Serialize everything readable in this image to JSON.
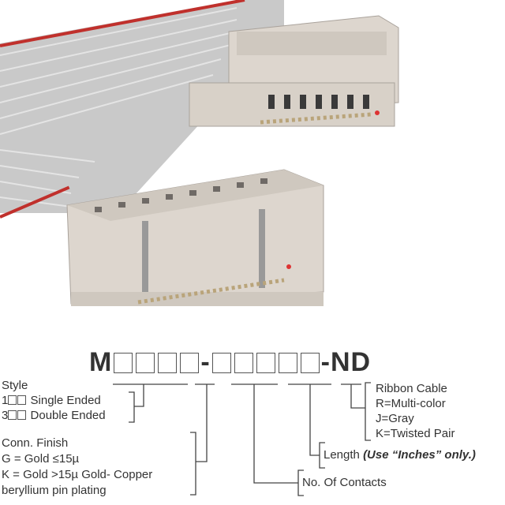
{
  "part_number": {
    "prefix": "M",
    "first_group_boxes": 4,
    "separator": "-",
    "second_group_boxes": 5,
    "suffix": "-ND"
  },
  "style": {
    "title": "Style",
    "options": [
      {
        "code": "1",
        "label": "Single Ended"
      },
      {
        "code": "3",
        "label": "Double Ended"
      }
    ]
  },
  "conn_finish": {
    "title": "Conn. Finish",
    "lines": [
      "G = Gold ≤15µ",
      "K = Gold >15µ Gold- Copper",
      "beryllium pin plating"
    ]
  },
  "contacts": {
    "label": "No. Of Contacts"
  },
  "length": {
    "label": "Length",
    "note": "(Use “Inches” only.)"
  },
  "cable": {
    "title": "Ribbon Cable",
    "options": [
      "R=Multi-color",
      "J=Gray",
      "K=Twisted Pair"
    ]
  }
}
